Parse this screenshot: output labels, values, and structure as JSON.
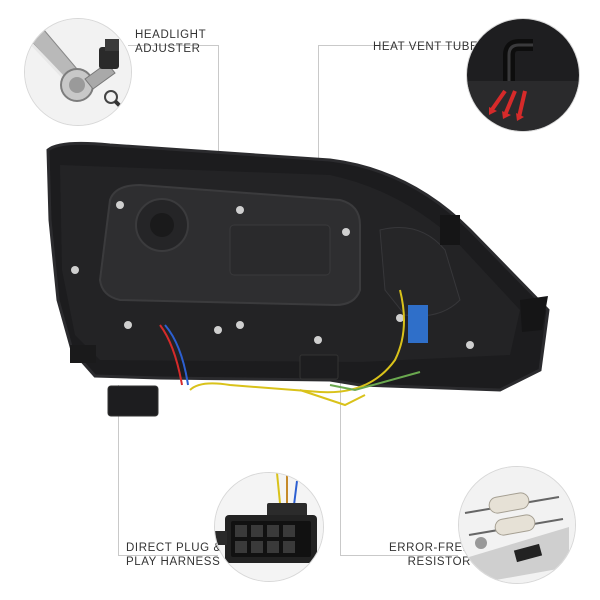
{
  "callouts": {
    "headlight_adjuster": {
      "line1": "HEADLIGHT",
      "line2": "ADJUSTER"
    },
    "heat_vent_tube": {
      "label": "HEAT VENT TUBE"
    },
    "direct_plug": {
      "line1": "DIRECT PLUG &",
      "line2": "PLAY HARNESS"
    },
    "error_free": {
      "line1": "ERROR-FREE",
      "line2": "RESISTOR"
    }
  },
  "colors": {
    "housing": "#1c1c1e",
    "housing_edge": "#2b2b2e",
    "wire_yellow": "#d9c21a",
    "wire_red": "#d62a2a",
    "wire_blue": "#2c5fd1",
    "sticker_blue": "#2f6fc9",
    "callout_line": "#c9c9c9"
  }
}
